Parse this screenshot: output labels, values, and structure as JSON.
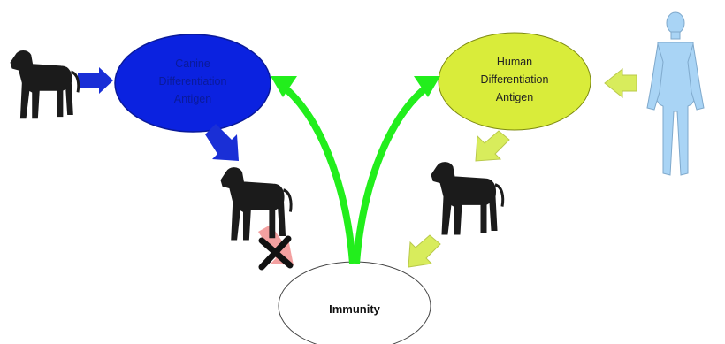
{
  "nodes": {
    "canine": {
      "lines": [
        "Canine",
        "Differentiation",
        "Antigen"
      ],
      "fill": "#0b22e0",
      "text_color": "#0a1a9a"
    },
    "human": {
      "lines": [
        "Human",
        "Differentiation",
        "Antigen"
      ],
      "fill": "#d9ec3a",
      "text_color": "#222222"
    },
    "immunity": {
      "label": "Immunity",
      "fill": "#ffffff",
      "text_color": "#111111"
    }
  },
  "colors": {
    "blue_arrow": "#1a2fd6",
    "yellow_arrow": "#d8ec5c",
    "green_arrow": "#22ee1c",
    "blocked_arrow": "#f3a0a0",
    "cross": "#111111",
    "human_body": "#a9d4f5",
    "dog": "#1b1b1b"
  }
}
